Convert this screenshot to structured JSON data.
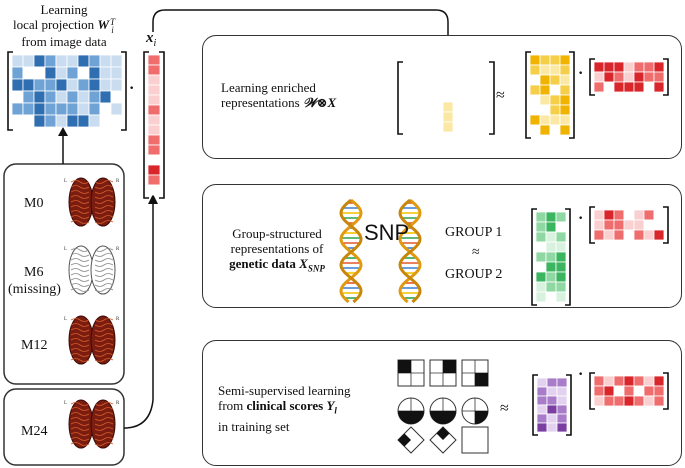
{
  "left_header": {
    "line1": "Learning",
    "line2": "local projection",
    "symbol": "W",
    "sup": "T",
    "sub": "i",
    "line3": "from image data"
  },
  "x_label": {
    "symbol": "x",
    "sub": "i"
  },
  "dot": "·",
  "timepoints": [
    {
      "label": "M0"
    },
    {
      "label": "M6"
    },
    {
      "label": "(missing)"
    },
    {
      "label": "M12"
    },
    {
      "label": "M24"
    }
  ],
  "panel1": {
    "line1": "Learning enriched",
    "line2": "representations",
    "formula": "𝒲⊗X",
    "approx": "≈"
  },
  "panel2": {
    "line1": "Group-structured",
    "line2": "representations of",
    "line3_bold": "genetic data",
    "symbol": "X",
    "sub": "SNP",
    "snp": "SNP",
    "group1": "GROUP 1",
    "group2": "GROUP 2",
    "approx": "≈"
  },
  "panel3": {
    "line1": "Semi-supervised learning",
    "line2_pre": "from",
    "line2_bold": "clinical scores",
    "symbol": "Y",
    "sub": "l",
    "line3": "in training set",
    "approx": "≈"
  },
  "brain_labels": {
    "L": "L",
    "R": "R"
  },
  "colors": {
    "blue_dark": "#2f6fb1",
    "blue_mid": "#6fa3d6",
    "blue_light": "#c9dcf0",
    "red_dark": "#d9262b",
    "red_mid": "#ef6d6d",
    "red_light": "#f9cfcf",
    "yellow_dark": "#f0b400",
    "yellow_mid": "#f6cf4a",
    "yellow_light": "#fbe8a5",
    "green_dark": "#3cb561",
    "green_mid": "#8fd8a3",
    "green_light": "#d8f2df",
    "purple_dark": "#7a3ea3",
    "purple_mid": "#a97cc9",
    "purple_light": "#e3d2ef",
    "brain": "#7a1d10"
  }
}
